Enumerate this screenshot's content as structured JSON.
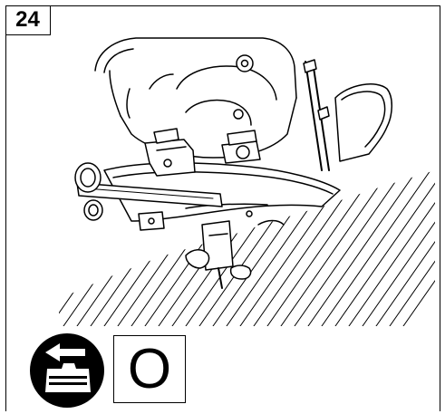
{
  "figure": {
    "number": "24"
  },
  "icons": {
    "tool_illustration": "router-base-adjustment-illustration",
    "battery_symbol": "battery-remove-icon"
  },
  "label": {
    "symbol_text": "O"
  },
  "colors": {
    "ink": "#000000",
    "paper": "#ffffff"
  }
}
